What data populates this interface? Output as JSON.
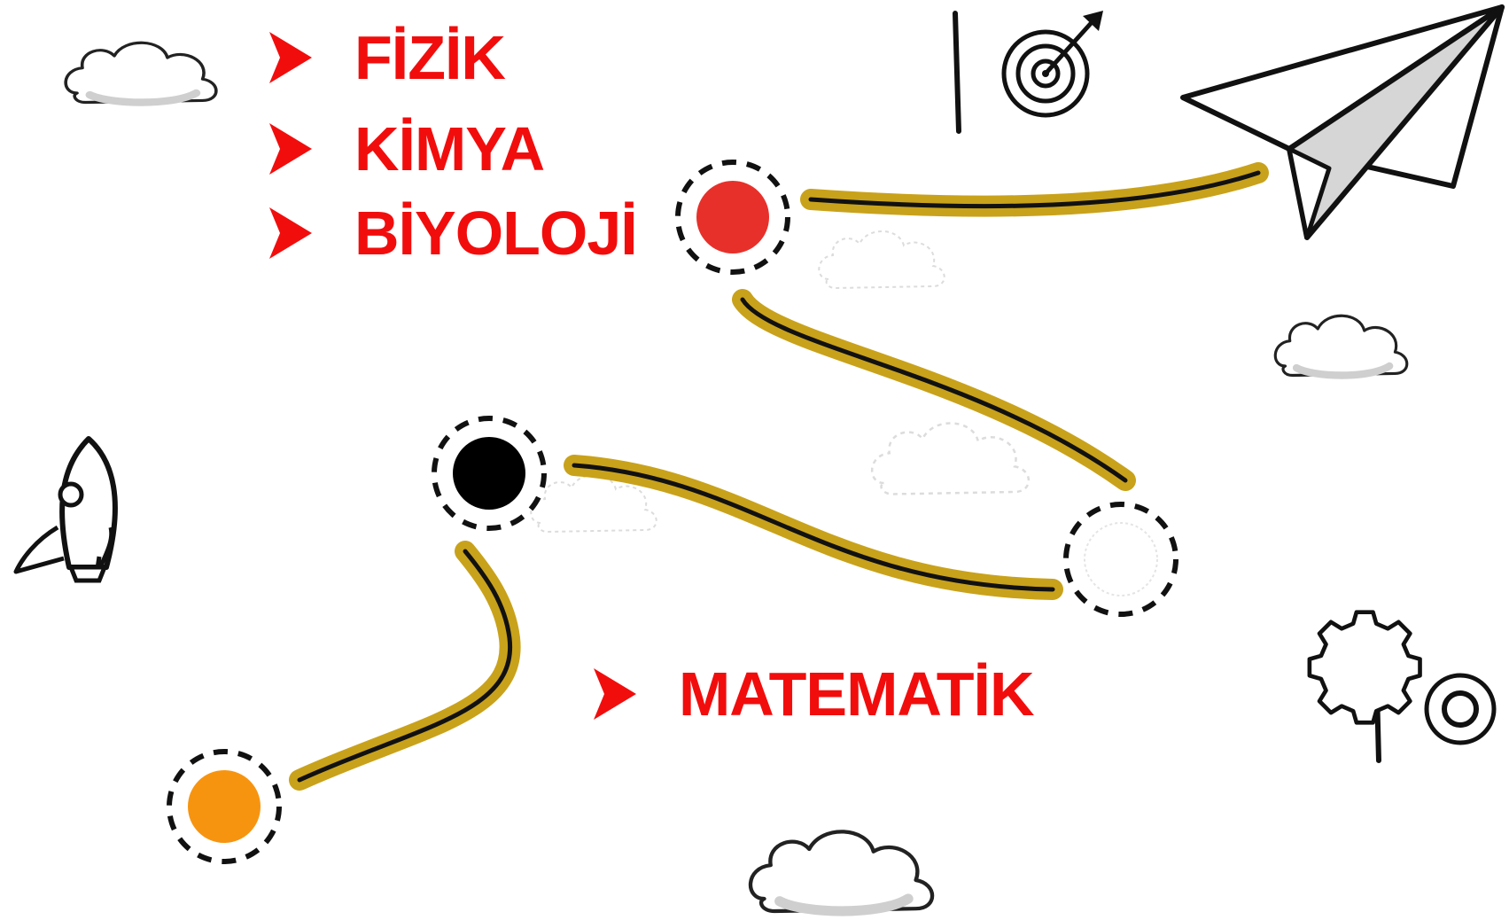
{
  "subjects_top": [
    {
      "label": "FİZİK"
    },
    {
      "label": "KİMYA"
    },
    {
      "label": "BİYOLOJİ"
    }
  ],
  "subject_bottom": {
    "label": "MATEMATİK"
  },
  "colors": {
    "subject_text": "#f20d0d",
    "node_red": "#e8302a",
    "node_black": "#000000",
    "node_orange": "#f7940f",
    "path_highlight": "#c9a21b",
    "path_line": "#111111"
  },
  "icons": [
    "target-icon",
    "paper-plane-icon",
    "rocket-icon",
    "gear-icon",
    "cloud-icon"
  ]
}
